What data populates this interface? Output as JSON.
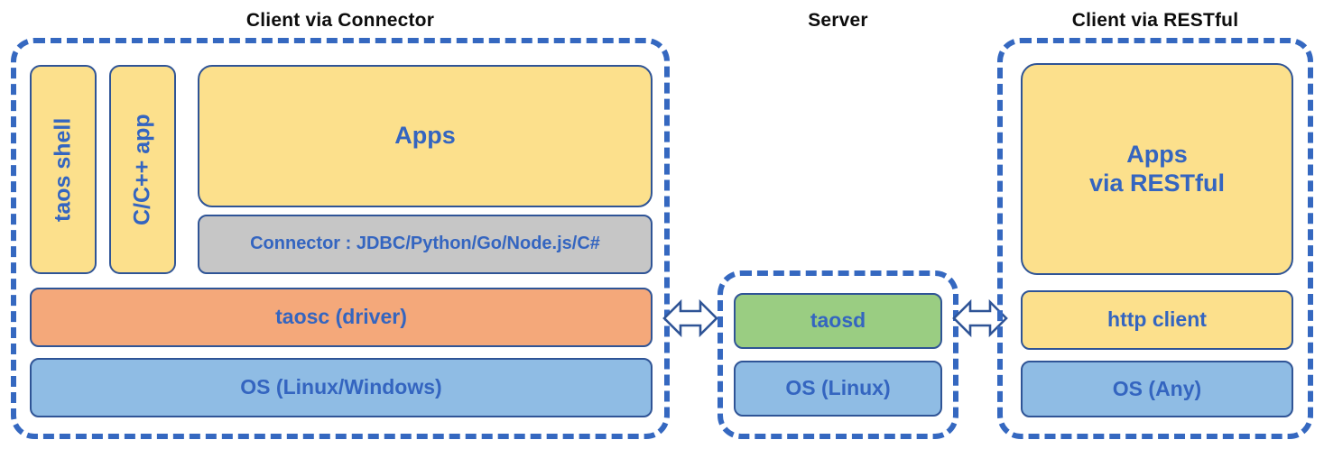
{
  "diagram": {
    "title_client_connector": "Client via Connector",
    "title_server": "Server",
    "title_client_restful": "Client via RESTful",
    "colors": {
      "dashed_border": "#3568C0",
      "box_border": "#2F5496",
      "text_blue": "#3465C0",
      "title_black": "#0D0D0D",
      "yellow": "#FCE08C",
      "gray": "#C6C6C6",
      "orange": "#F4A87A",
      "blue": "#8FBCE4",
      "green": "#9ACD82",
      "background": "#FFFFFF"
    }
  },
  "client_connector": {
    "taos_shell": "taos shell",
    "c_cpp_app": "C/C++ app",
    "apps": "Apps",
    "connector": "Connector : JDBC/Python/Go/Node.js/C#",
    "taosc": "taosc (driver)",
    "os": "OS (Linux/Windows)"
  },
  "server": {
    "taosd": "taosd",
    "os": "OS (Linux)"
  },
  "client_restful": {
    "apps_line1": "Apps",
    "apps_line2": "via RESTful",
    "http_client": "http client",
    "os": "OS (Any)"
  },
  "arrows": {
    "left_arrow_label": "bidirectional-connection",
    "right_arrow_label": "bidirectional-connection"
  }
}
